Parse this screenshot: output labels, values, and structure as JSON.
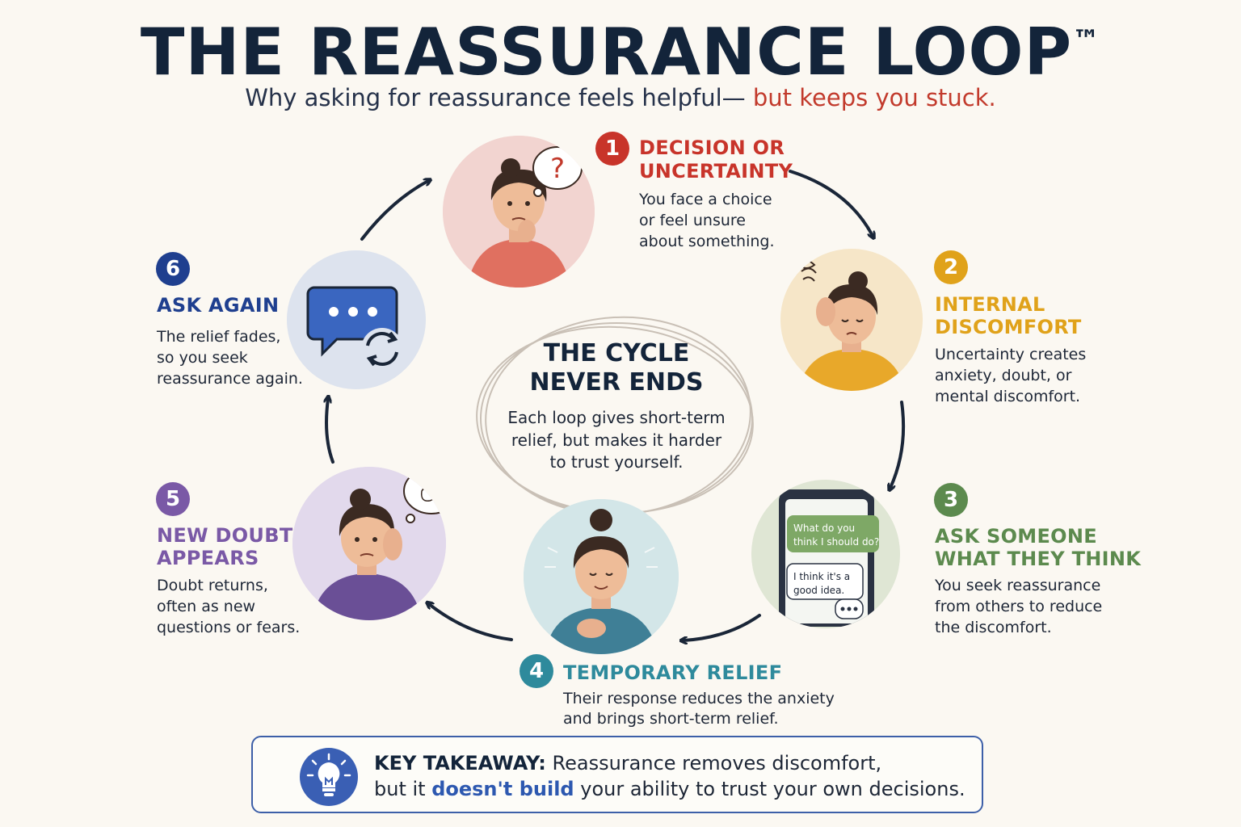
{
  "header": {
    "title": "THE REASSURANCE LOOP",
    "trademark": "™",
    "subtitle_main": "Why asking for reassurance feels helpful—",
    "subtitle_accent": "but keeps you stuck."
  },
  "colors": {
    "step1": "#c8342a",
    "step2": "#e0a21a",
    "step3": "#5c8a4e",
    "step4": "#2e8a9c",
    "step5": "#7a59a6",
    "step6": "#1f3f8f",
    "arrow": "#1a2638",
    "accent_red": "#c23a2c",
    "accent_blue": "#2d58b0"
  },
  "steps": [
    {
      "number": "1",
      "title_line1": "DECISION OR",
      "title_line2": "UNCERTAINTY",
      "desc_line1": "You face a choice",
      "desc_line2": "or feel unsure",
      "desc_line3": "about something.",
      "thought_symbol": "?"
    },
    {
      "number": "2",
      "title_line1": "INTERNAL",
      "title_line2": "DISCOMFORT",
      "desc_line1": "Uncertainty creates",
      "desc_line2": "anxiety, doubt, or",
      "desc_line3": "mental discomfort."
    },
    {
      "number": "3",
      "title_line1": "ASK SOMEONE",
      "title_line2": "WHAT THEY THINK",
      "desc_line1": "You seek reassurance",
      "desc_line2": "from others to reduce",
      "desc_line3": "the discomfort.",
      "bubble_question_line1": "What do you",
      "bubble_question_line2": "think I should do?",
      "bubble_answer_line1": "I think it's a",
      "bubble_answer_line2": "good idea."
    },
    {
      "number": "4",
      "title_line1": "TEMPORARY RELIEF",
      "desc_line1": "Their response reduces the anxiety",
      "desc_line2": "and brings short-term relief."
    },
    {
      "number": "5",
      "title_line1": "NEW DOUBT",
      "title_line2": "APPEARS",
      "desc_line1": "Doubt returns,",
      "desc_line2": "often as new",
      "desc_line3": "questions or fears."
    },
    {
      "number": "6",
      "title_line1": "ASK AGAIN",
      "desc_line1": "The relief fades,",
      "desc_line2": "so you seek",
      "desc_line3": "reassurance again."
    }
  ],
  "center": {
    "title_line1": "THE CYCLE",
    "title_line2": "NEVER ENDS",
    "desc_line1": "Each loop gives short-term",
    "desc_line2": "relief, but makes it harder",
    "desc_line3": "to trust yourself."
  },
  "takeaway": {
    "label": "KEY TAKEAWAY:",
    "line1": "Reassurance removes discomfort,",
    "line2_pre": "but it",
    "line2_emph": "doesn't build",
    "line2_post": "your ability to trust your own decisions.",
    "icon": "lightbulb-icon"
  },
  "icons": {
    "step6": "chat-refresh-icon"
  }
}
